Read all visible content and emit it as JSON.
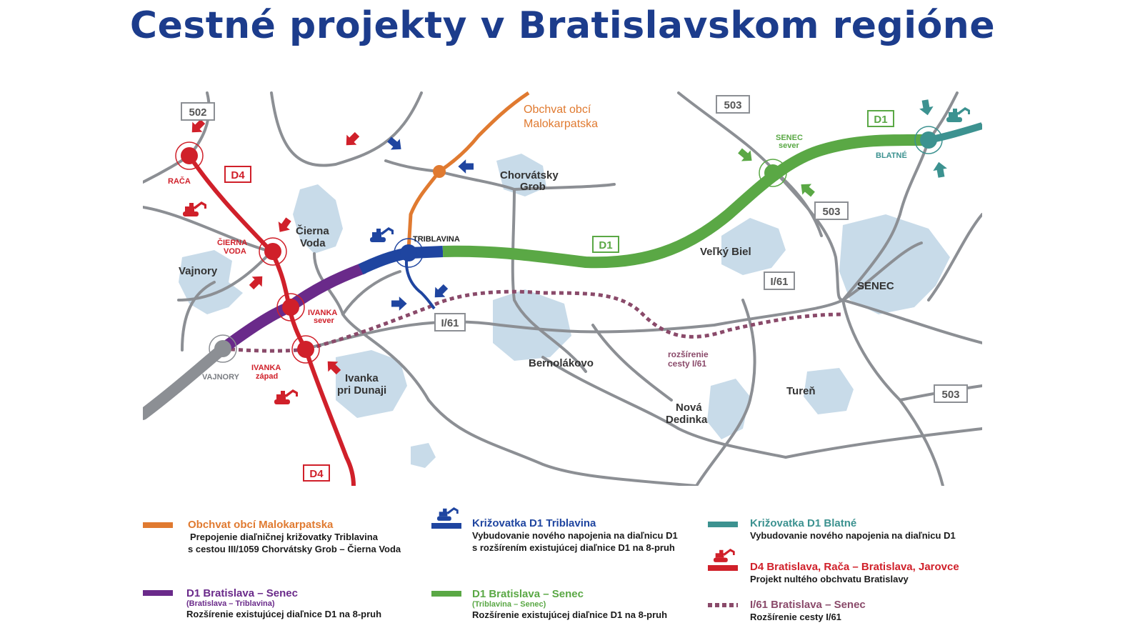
{
  "title": "Cestné projekty v Bratislavskom regióne",
  "colors": {
    "title": "#1c3c8c",
    "road_gray": "#8c8f94",
    "d4_red": "#d0202a",
    "d1_purple": "#6a2a8a",
    "triblavina_blue": "#1f45a0",
    "d1_green": "#5aa845",
    "blatne_teal": "#3c9290",
    "malokarpatska_orange": "#e07a30",
    "i61_dotted": "#8a4a6a",
    "urban_area": "#c8dbe9"
  },
  "map": {
    "places": {
      "vajnory": "Vajnory",
      "cierna_voda_1": "Čierna",
      "cierna_voda_2": "Voda",
      "chorvatsky_grob_1": "Chorvátsky",
      "chorvatsky_grob_2": "Grob",
      "velky_biel": "Veľký Biel",
      "senec": "SENEC",
      "bernolakovo": "Bernolákovo",
      "ivanka_1": "Ivanka",
      "ivanka_2": "pri Dunaji",
      "nova_dedinka_1": "Nová",
      "nova_dedinka_2": "Dedinka",
      "turen": "Tureň"
    },
    "nodes": {
      "raca": "RAČA",
      "cierna_voda_1": "ČIERNA",
      "cierna_voda_2": "VODA",
      "ivanka_sever_1": "IVANKA",
      "ivanka_sever_2": "sever",
      "ivanka_zapad_1": "IVANKA",
      "ivanka_zapad_2": "západ",
      "vajnory": "VAJNORY",
      "triblavina": "TRIBLAVINA",
      "senec_sever_1": "SENEC",
      "senec_sever_2": "sever",
      "blatne": "BLATNÉ"
    },
    "shields": {
      "r502": "502",
      "r503_top": "503",
      "r503_mid": "503",
      "r503_right": "503",
      "i61_a": "I/61",
      "i61_b": "I/61",
      "d4_top": "D4",
      "d4_bottom": "D4",
      "d1_mid": "D1",
      "d1_top": "D1"
    },
    "annotations": {
      "malokarpatska_1": "Obchvat obcí",
      "malokarpatska_2": "Malokarpatska",
      "rozsirenie_1": "rozšírenie",
      "rozsirenie_2": "cesty I/61"
    }
  },
  "legend": [
    {
      "id": "malokarpatska",
      "title": "Obchvat obcí Malokarpatska",
      "subtitle": "",
      "desc1": "Prepojenie diaľničnej križovatky Triblavina",
      "desc2": "s cestou III/1059 Chorvátsky Grob – Čierna Voda"
    },
    {
      "id": "triblavina",
      "title": "Križovatka D1 Triblavina",
      "subtitle": "",
      "desc1": "Vybudovanie nového napojenia na diaľnicu D1",
      "desc2": "s rozšírením existujúcej diaľnice D1 na 8-pruh"
    },
    {
      "id": "blatne",
      "title": "Križovatka D1 Blatné",
      "subtitle": "",
      "desc1": "Vybudovanie nového napojenia na diaľnicu D1",
      "desc2": ""
    },
    {
      "id": "d4",
      "title": "D4 Bratislava, Rača – Bratislava, Jarovce",
      "subtitle": "",
      "desc1": "Projekt nultého obchvatu Bratislavy",
      "desc2": ""
    },
    {
      "id": "d1_purple",
      "title": "D1 Bratislava – Senec",
      "subtitle": "(Bratislava – Triblavina)",
      "desc1": "Rozšírenie existujúcej diaľnice D1 na 8-pruh",
      "desc2": ""
    },
    {
      "id": "d1_green",
      "title": "D1 Bratislava – Senec",
      "subtitle": "(Triblavina – Senec)",
      "desc1": "Rozšírenie existujúcej diaľnice D1 na 8-pruh",
      "desc2": ""
    },
    {
      "id": "i61",
      "title": "I/61 Bratislava – Senec",
      "subtitle": "",
      "desc1": "Rozšírenie cesty I/61",
      "desc2": ""
    }
  ]
}
